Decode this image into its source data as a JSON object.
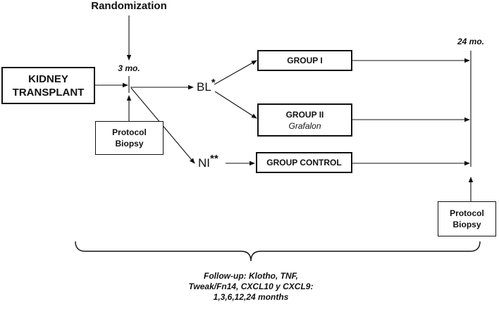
{
  "diagram": {
    "randomization": "Randomization",
    "timepoint_3": "3 mo.",
    "timepoint_24": "24 mo.",
    "kidney_transplant": [
      "KIDNEY",
      "TRANSPLANT"
    ],
    "protocol_biopsy_left": [
      "Protocol",
      "Biopsy"
    ],
    "protocol_biopsy_right": [
      "Protocol",
      "Biopsy"
    ],
    "bl": "BL",
    "bl_mark": "*",
    "ni": "NI",
    "ni_mark": "**",
    "group1": "GROUP I",
    "group2": "GROUP II",
    "group2_drug": "Grafalon",
    "group_control": "GROUP CONTROL",
    "followup": [
      "Follow-up: Klotho, TNF,",
      "Tweak/Fn14, CXCL10 y CXCL9:",
      "1,3,6,12,24 months"
    ]
  }
}
